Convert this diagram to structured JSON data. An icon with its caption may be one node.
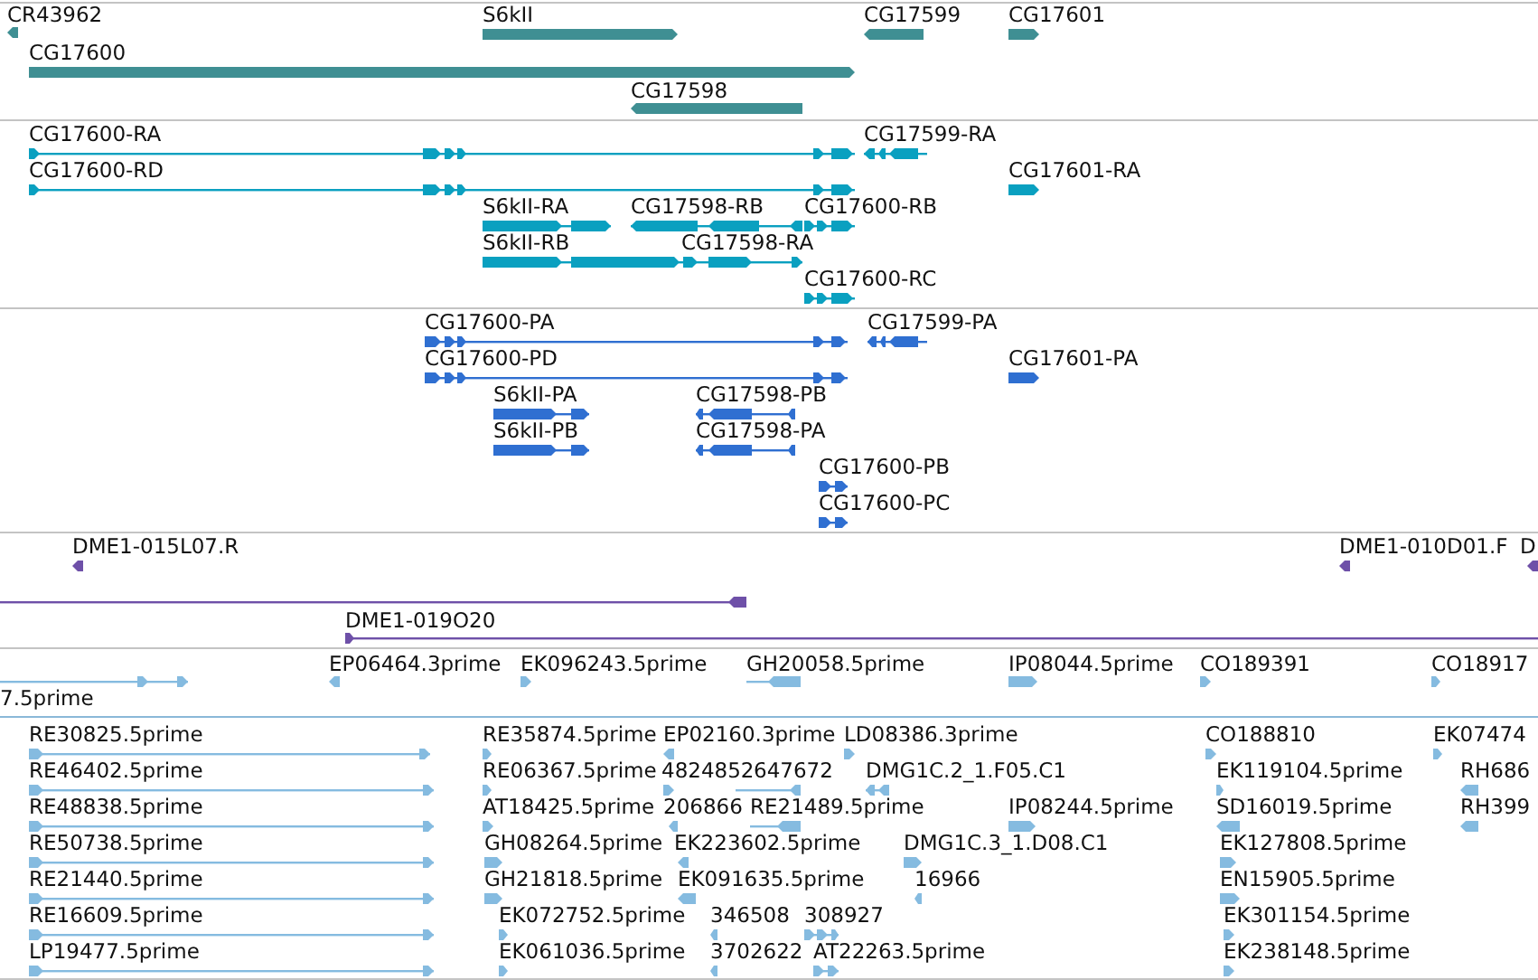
{
  "diagram": {
    "labels": [
      "CR43962",
      "S6kII",
      "CG17599",
      "CG17601",
      "CG17600",
      "CG17598",
      "CG17600-RA",
      "CG17599-RA",
      "CG17600-RD",
      "CG17601-RA",
      "S6kII-RA",
      "CG17598-RB",
      "CG17600-RB",
      "S6kII-RB",
      "CG17598-RA",
      "CG17600-RC",
      "CG17600-PA",
      "CG17599-PA",
      "CG17600-PD",
      "CG17601-PA",
      "S6kII-PA",
      "CG17598-PB",
      "S6kII-PB",
      "CG17598-PA",
      "CG17600-PB",
      "CG17600-PC",
      "DME1-015L07.R",
      "DME1-010D01.F",
      "D",
      "DME1-019O20",
      "EP06464.3prime",
      "EK096243.5prime",
      "GH20058.5prime",
      "IP08044.5prime",
      "CO189391",
      "CO18917",
      "7.5prime",
      "RE30825.5prime",
      "RE35874.5prime",
      "EP02160.3prime",
      "LD08386.3prime",
      "CO188810",
      "EK07474",
      "RE46402.5prime",
      "RE06367.5prime",
      "4824852",
      "647672",
      "DMG1C.2_1.F05.C1",
      "EK119104.5prime",
      "RH686",
      "RE48838.5prime",
      "AT18425.5prime",
      "206866",
      "RE21489.5prime",
      "IP08244.5prime",
      "SD16019.5prime",
      "RH399",
      "RE50738.5prime",
      "GH08264.5prime",
      "EK223602.5prime",
      "DMG1C.3_1.D08.C1",
      "EK127808.5prime",
      "RE21440.5prime",
      "GH21818.5prime",
      "EK091635.5prime",
      "16966",
      "EN15905.5prime",
      "RE16609.5prime",
      "EK072752.5prime",
      "346508",
      "308927",
      "EK301154.5prime",
      "LP19477.5prime",
      "EK061036.5prime",
      "3702622",
      "AT22263.5prime",
      "EK238148.5prime"
    ]
  }
}
